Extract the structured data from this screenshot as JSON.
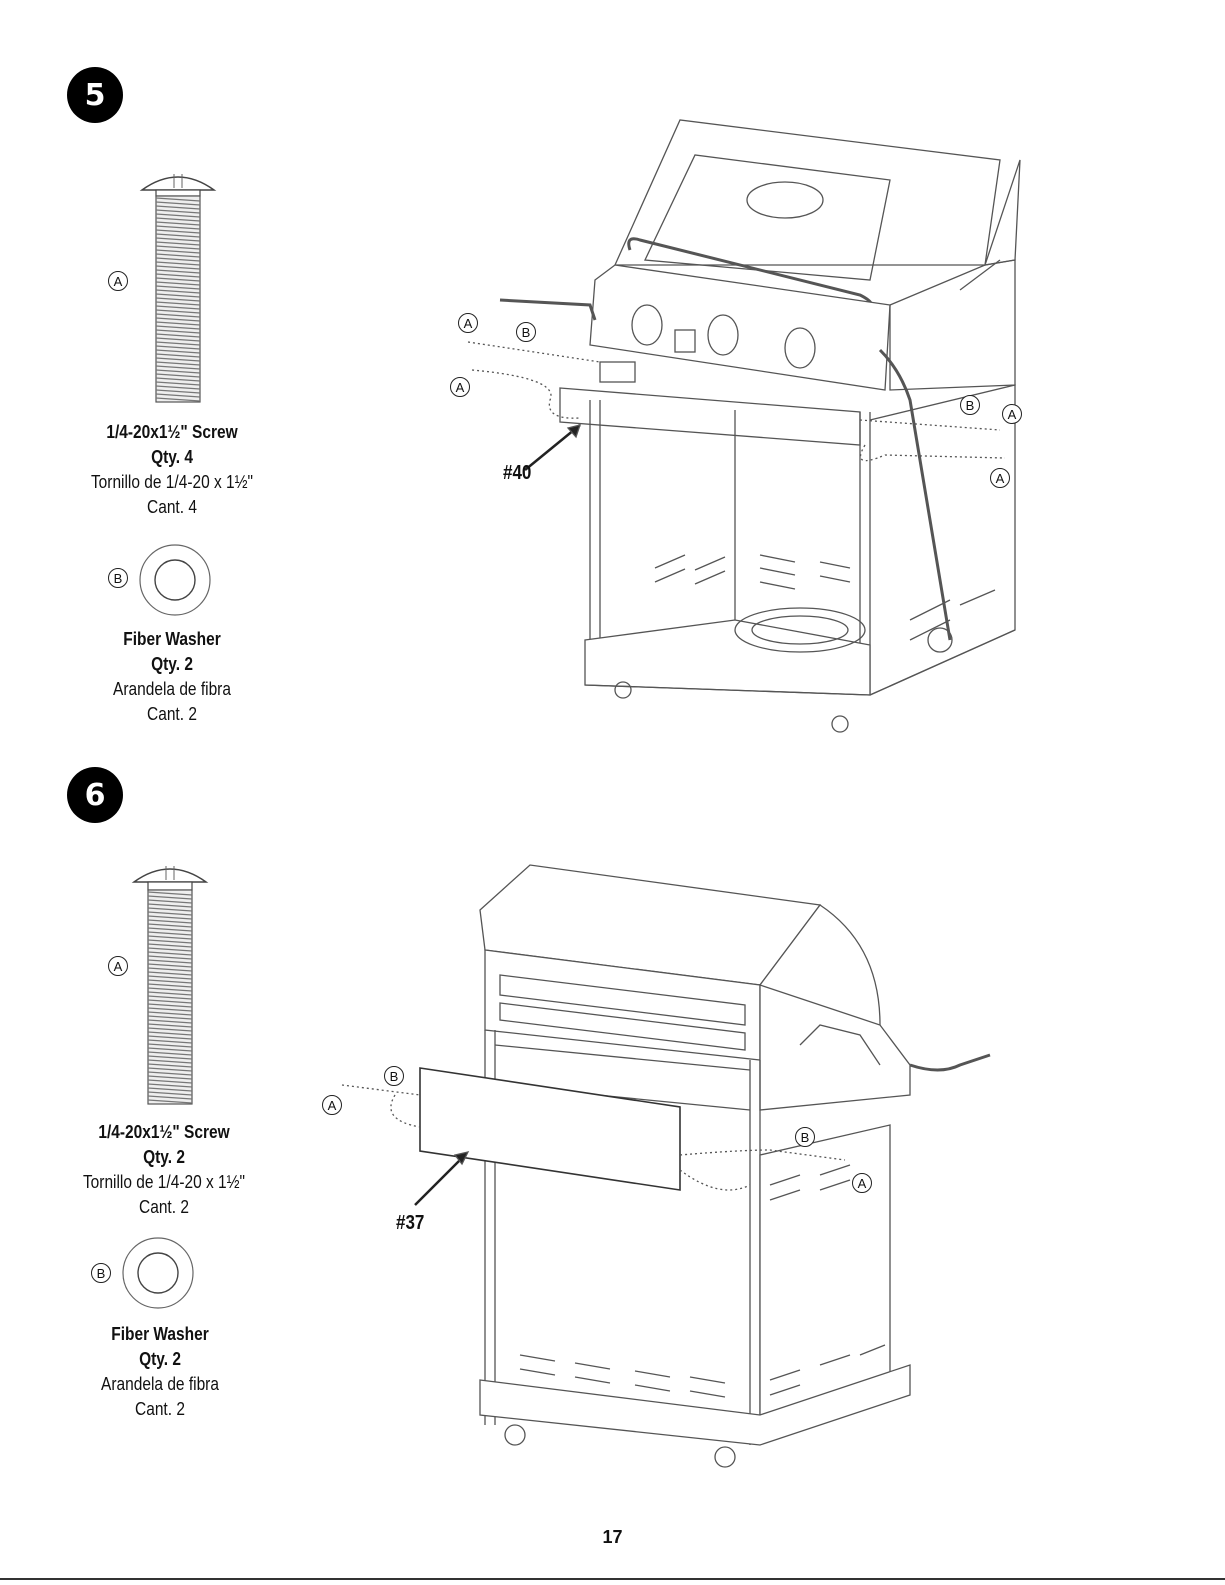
{
  "page_number": "17",
  "steps": [
    {
      "number": "5",
      "parts": [
        {
          "letter": "A",
          "name_en": "1/4-20x1½\" Screw",
          "qty_en": "Qty. 4",
          "name_es": "Tornillo de 1/4-20 x 1½\"",
          "qty_es": "Cant. 4"
        },
        {
          "letter": "B",
          "name_en": "Fiber Washer",
          "qty_en": "Qty. 2",
          "name_es": "Arandela de fibra",
          "qty_es": "Cant. 2"
        }
      ],
      "callout": "#40",
      "diagram_labels": [
        "A",
        "B",
        "A",
        "B",
        "A",
        "A"
      ]
    },
    {
      "number": "6",
      "parts": [
        {
          "letter": "A",
          "name_en": "1/4-20x1½\" Screw",
          "qty_en": "Qty. 2",
          "name_es": "Tornillo de 1/4-20 x 1½\"",
          "qty_es": "Cant. 2"
        },
        {
          "letter": "B",
          "name_en": "Fiber Washer",
          "qty_en": "Qty. 2",
          "name_es": "Arandela de fibra",
          "qty_es": "Cant. 2"
        }
      ],
      "callout": "#37",
      "diagram_labels": [
        "B",
        "A",
        "B",
        "A"
      ]
    }
  ]
}
